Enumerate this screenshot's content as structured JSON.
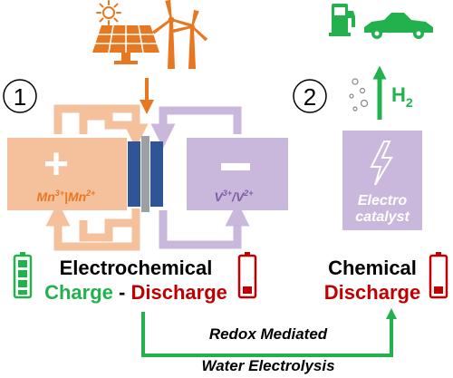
{
  "step_1": "1",
  "step_2": "2",
  "cell": {
    "positive_sign": "+",
    "negative_sign": "−",
    "positive_couple_a": "Mn",
    "positive_couple_a_sup": "3+",
    "positive_couple_sep": "|",
    "positive_couple_b": "Mn",
    "positive_couple_b_sup": "2+",
    "negative_couple_a": "V",
    "negative_couple_a_sup": "3+",
    "negative_couple_sep": "/",
    "negative_couple_b": "V",
    "negative_couple_b_sup": "2+"
  },
  "catalyst": {
    "line1": "Electro",
    "line2": "catalyst"
  },
  "hydrogen": {
    "symbol": "H",
    "subscript": "2"
  },
  "labels": {
    "electrochemical": "Electrochemical",
    "charge": "Charge",
    "dash": "-",
    "discharge": "Discharge",
    "chemical": "Chemical",
    "chemical_discharge": "Discharge",
    "redox_line1": "Redox Mediated",
    "redox_line2": "Water Electrolysis"
  },
  "colors": {
    "orange": "#e87722",
    "purple": "#9b83b8",
    "green": "#22b14c",
    "red": "#c00000",
    "membrane": "#2f5597",
    "peach": "#f4c19c",
    "lilac": "#c9b8dc"
  },
  "icons": [
    "sun-icon",
    "solar-panel-icon",
    "wind-turbine-icon",
    "fuel-pump-icon",
    "car-icon",
    "bubbles-icon",
    "lightning-icon",
    "battery-full-icon",
    "battery-low-icon"
  ]
}
